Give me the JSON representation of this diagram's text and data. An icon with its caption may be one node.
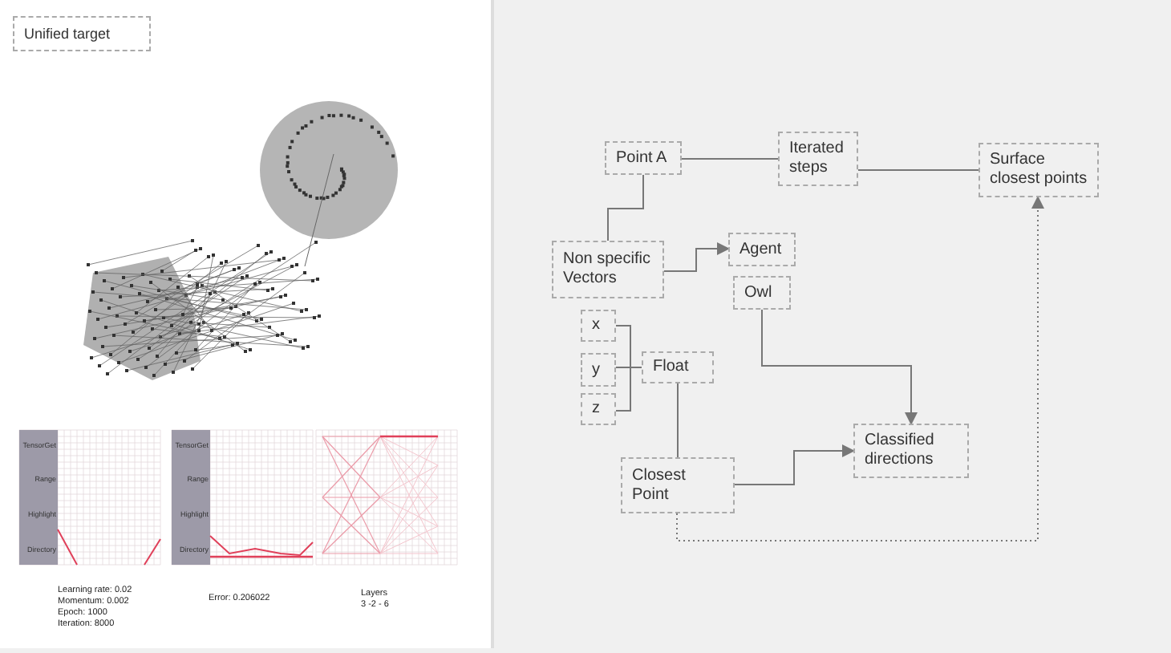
{
  "diagram": {
    "nodes": [
      {
        "text": [
          "Unified target"
        ]
      },
      {
        "text": [
          "Point A"
        ]
      },
      {
        "text": [
          "Iterated steps"
        ]
      },
      {
        "text": [
          "Surface closest points"
        ]
      },
      {
        "text": [
          "Non specific Vectors"
        ]
      },
      {
        "text": [
          "Agent"
        ]
      },
      {
        "text": [
          "Owl"
        ]
      },
      {
        "text": [
          "x"
        ]
      },
      {
        "text": [
          "y"
        ]
      },
      {
        "text": [
          "z"
        ]
      },
      {
        "text": [
          "Float"
        ]
      },
      {
        "text": [
          "Closest Point"
        ]
      },
      {
        "text": [
          "Classified directions"
        ]
      }
    ],
    "edges": [
      {
        "from": 1,
        "to": 2,
        "arrow": "none"
      },
      {
        "from": 2,
        "to": 3,
        "arrow": "none"
      },
      {
        "from": 1,
        "to": 4,
        "arrow": "none"
      },
      {
        "from": 4,
        "to": 5,
        "arrow": "to"
      },
      {
        "from": 6,
        "to": 12,
        "arrow": "to"
      },
      {
        "from": 7,
        "to": 10,
        "arrow": "none"
      },
      {
        "from": 8,
        "to": 10,
        "arrow": "none"
      },
      {
        "from": 9,
        "to": 10,
        "arrow": "none"
      },
      {
        "from": 10,
        "to": 11,
        "arrow": "none"
      },
      {
        "from": 11,
        "to": 12,
        "arrow": "to"
      },
      {
        "from": 11,
        "to": 3,
        "arrow": "to",
        "style": "dashed"
      }
    ],
    "labels": [
      "TensorGet",
      "Range",
      "Highlight",
      "Directory",
      "TensorGet",
      "Range",
      "Highlight",
      "Directory",
      "Learning rate: 0.02",
      "Momentum: 0.002",
      "Epoch: 1000",
      "Iteration: 8000",
      "Error: 0.206022",
      "Layers",
      "3 -2 - 6"
    ]
  }
}
